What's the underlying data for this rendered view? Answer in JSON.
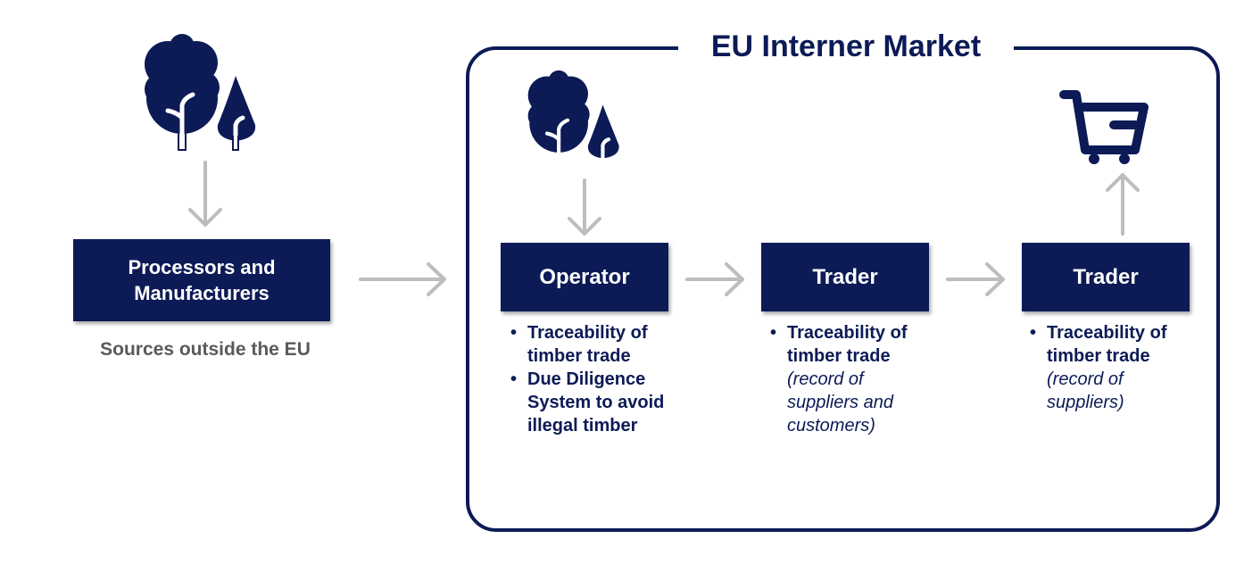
{
  "colors": {
    "navy": "#0c1b56",
    "arrow_gray": "#bdbdbd",
    "caption_gray": "#5a5a5a"
  },
  "market": {
    "title": "EU Interner Market"
  },
  "source": {
    "box_line1": "Processors and",
    "box_line2": "Manufacturers",
    "caption": "Sources outside the EU",
    "icon": "trees-icon"
  },
  "operator": {
    "label": "Operator",
    "icon": "trees-icon",
    "bullets": [
      {
        "bold": "Traceability of timber trade"
      },
      {
        "bold": "Due Diligence System to avoid illegal timber"
      }
    ]
  },
  "trader1": {
    "label": "Trader",
    "bullet_bold": "Traceability of timber trade",
    "bullet_note": "(record of suppliers and customers)"
  },
  "trader2": {
    "label": "Trader",
    "icon": "shopping-cart-icon",
    "bullet_bold": "Traceability of timber trade",
    "bullet_note": "(record of suppliers)"
  }
}
